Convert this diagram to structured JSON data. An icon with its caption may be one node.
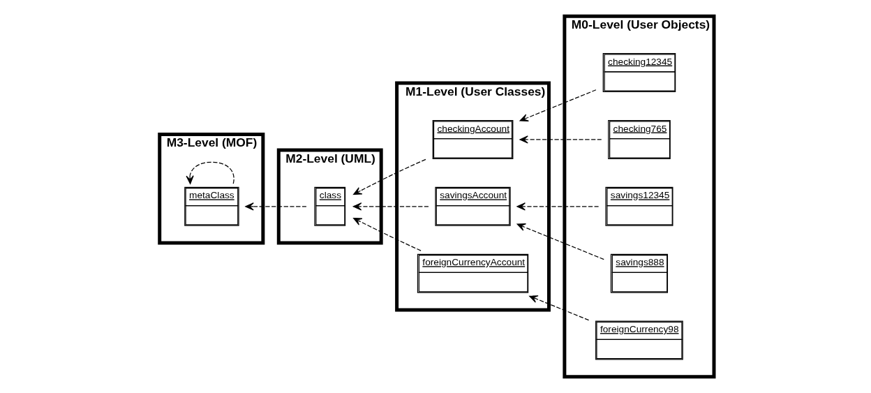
{
  "diagram": {
    "nodes": [
      {
        "text": [
          "M3-Level (MOF)"
        ]
      },
      {
        "text": [
          "M2-Level (UML)"
        ]
      },
      {
        "text": [
          "M1-Level (User Classes)"
        ]
      },
      {
        "text": [
          "M0-Level (User Objects)"
        ]
      },
      {
        "text": [
          "metaClass"
        ],
        "in": 0
      },
      {
        "text": [
          "class"
        ],
        "in": 1
      },
      {
        "text": [
          "checkingAccount"
        ],
        "in": 2
      },
      {
        "text": [
          "savingsAccount"
        ],
        "in": 2
      },
      {
        "text": [
          "foreignCurrencyAccount"
        ],
        "in": 2
      },
      {
        "text": [
          "checking12345"
        ],
        "in": 3
      },
      {
        "text": [
          "checking765"
        ],
        "in": 3
      },
      {
        "text": [
          "savings12345"
        ],
        "in": 3
      },
      {
        "text": [
          "savings888"
        ],
        "in": 3
      },
      {
        "text": [
          "foreignCurrency98"
        ],
        "in": 3
      }
    ],
    "edges": [
      {
        "from": 4,
        "to": 4,
        "arrow": "to",
        "style": "dashed"
      },
      {
        "from": 5,
        "to": 4,
        "arrow": "to",
        "style": "dashed"
      },
      {
        "from": 6,
        "to": 5,
        "arrow": "to",
        "style": "dashed"
      },
      {
        "from": 7,
        "to": 5,
        "arrow": "to",
        "style": "dashed"
      },
      {
        "from": 8,
        "to": 5,
        "arrow": "to",
        "style": "dashed"
      },
      {
        "from": 9,
        "to": 6,
        "arrow": "to",
        "style": "dashed"
      },
      {
        "from": 10,
        "to": 6,
        "arrow": "to",
        "style": "dashed"
      },
      {
        "from": 11,
        "to": 7,
        "arrow": "to",
        "style": "dashed"
      },
      {
        "from": 12,
        "to": 7,
        "arrow": "to",
        "style": "dashed"
      },
      {
        "from": 13,
        "to": 8,
        "arrow": "to",
        "style": "dashed"
      }
    ]
  }
}
